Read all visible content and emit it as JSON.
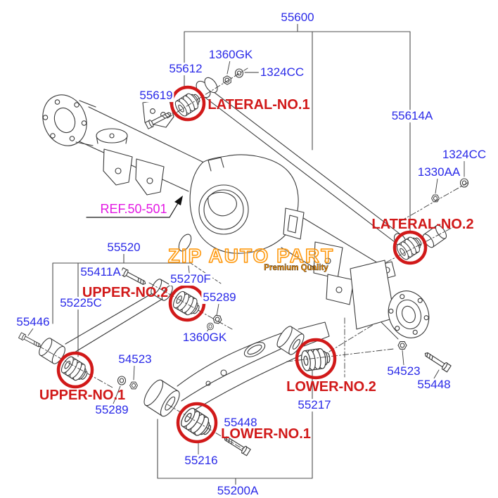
{
  "diagram_title": "Rear suspension / rear axle parts diagram",
  "labels": {
    "p55600": "55600",
    "p1360gk_top": "1360GK",
    "p1324cc_top": "1324CC",
    "p55612": "55612",
    "p55619": "55619",
    "p55614a": "55614A",
    "p1324cc_right": "1324CC",
    "p1330aa": "1330AA",
    "p55520": "55520",
    "p55411a": "55411A",
    "p55270f": "55270F",
    "p55225c": "55225C",
    "p55289_upper": "55289",
    "p1360gk_mid": "1360GK",
    "p55446": "55446",
    "p54523_left": "54523",
    "p55289_lower": "55289",
    "p55216": "55216",
    "p55448_bottom": "55448",
    "p55217": "55217",
    "p54523_right": "54523",
    "p55448_right": "55448",
    "p55200a": "55200A"
  },
  "callouts": {
    "lateral1": "LATERAL-NO.1",
    "lateral2": "LATERAL-NO.2",
    "upper1": "UPPER-NO.1",
    "upper2": "UPPER-NO.2",
    "lower1": "LOWER-NO.1",
    "lower2": "LOWER-NO.2"
  },
  "reference_label": "REF.50-501",
  "watermark": {
    "line1": "ZIP AUTO PART",
    "line2": "Premium Quality"
  },
  "colors": {
    "part_label": "#2a2ae8",
    "callout": "#d11919",
    "reference": "#e318e3",
    "watermark": "#ff9405",
    "line_art": "#3a3a3a"
  }
}
